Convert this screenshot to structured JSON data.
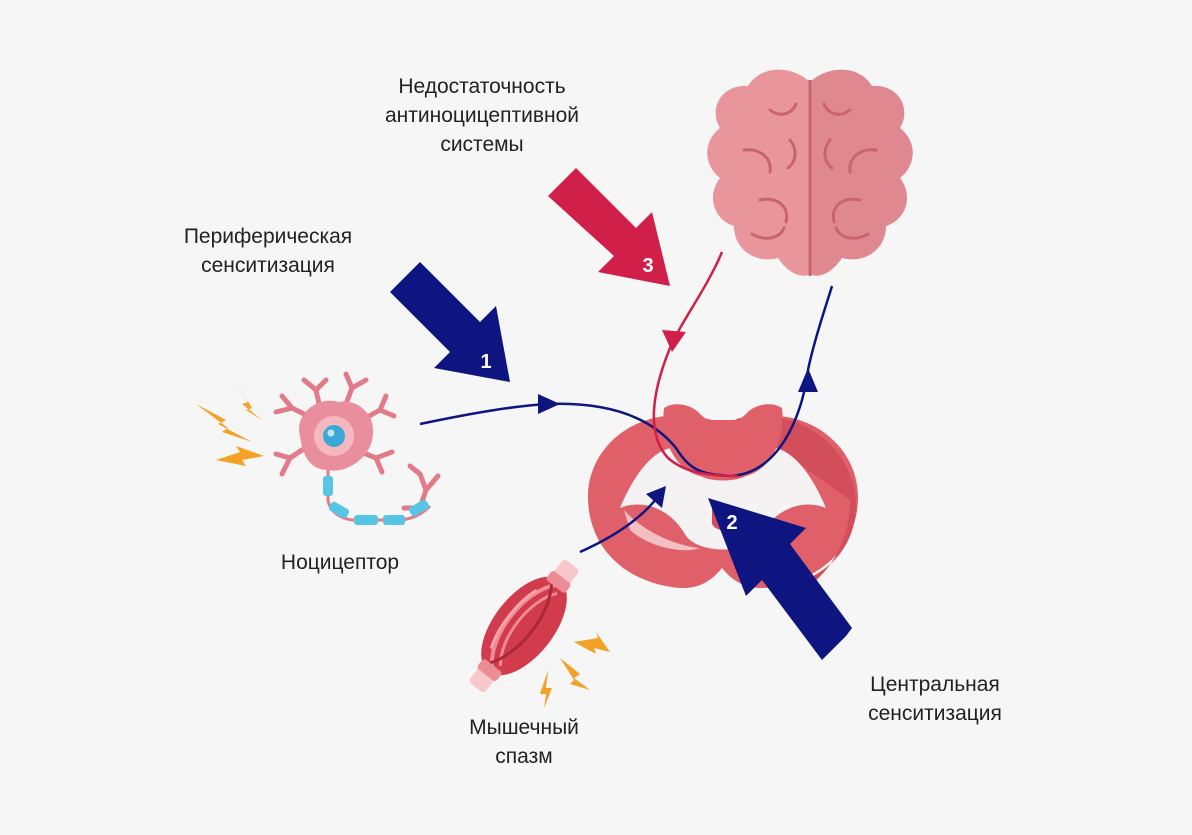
{
  "labels": {
    "antinociceptive": [
      "Недостаточность",
      "антиноцицептивной",
      "системы"
    ],
    "peripheral": [
      "Периферическая",
      "сенситизация"
    ],
    "nociceptor": [
      "Ноцицептор"
    ],
    "central": [
      "Центральная",
      "сенситизация"
    ],
    "spasm": [
      "Мышечный",
      "спазм"
    ]
  },
  "markers": {
    "m1": "1",
    "m2": "2",
    "m3": "3"
  },
  "colors": {
    "background": "#f6f6f6",
    "navy": "#0e1580",
    "crimson": "#d0204a",
    "spine": "#e0606a",
    "brain": "#e8969c",
    "lightning": "#f4a125",
    "axon": "#58c4e6"
  },
  "icons": [
    "brain-icon",
    "spinal-cord-icon",
    "neuron-icon",
    "muscle-icon",
    "lightning-icon"
  ]
}
